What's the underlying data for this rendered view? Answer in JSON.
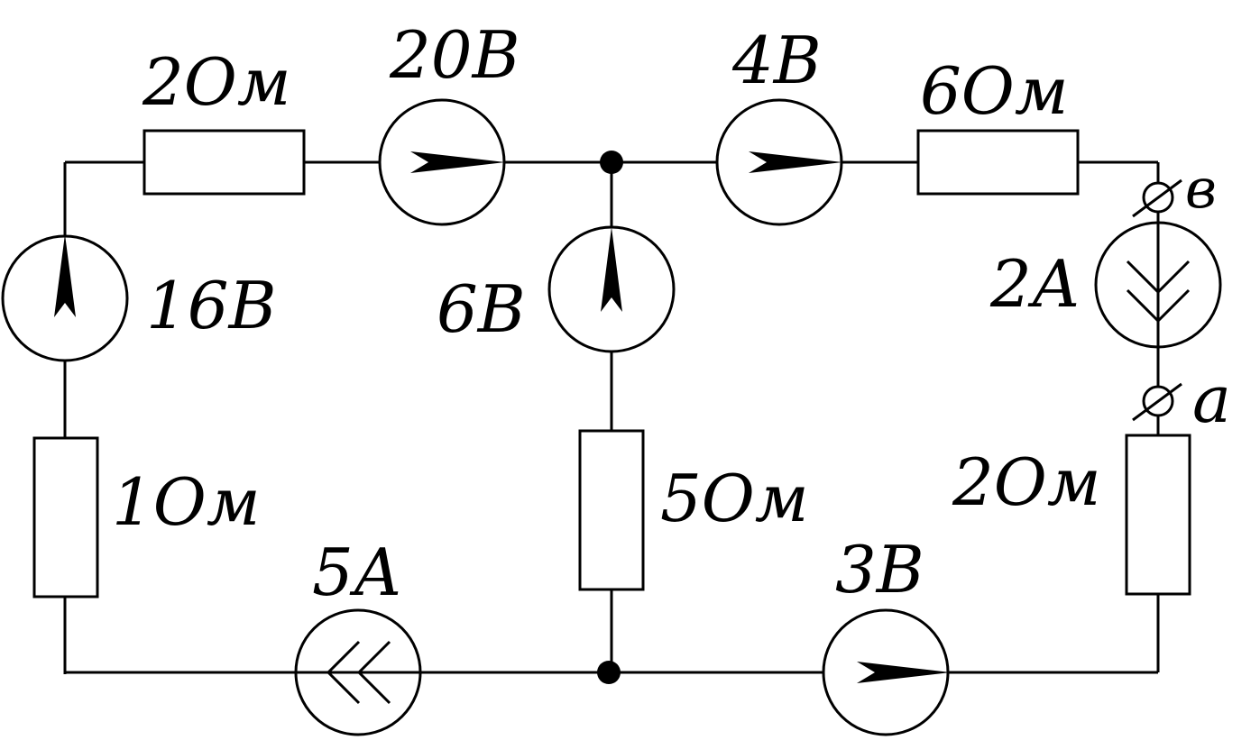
{
  "labels": {
    "r_top_left": "2Ом",
    "e_top_left": "20В",
    "e_top_right": "4В",
    "r_top_right": "6Ом",
    "e_left": "16В",
    "e_middle": "6В",
    "j_right": "2А",
    "r_left": "1Ом",
    "r_middle": "5Ом",
    "r_right": "2Ом",
    "j_bottom": "5А",
    "e_bottom": "3В",
    "terminal_b": "в",
    "terminal_a": "a"
  }
}
